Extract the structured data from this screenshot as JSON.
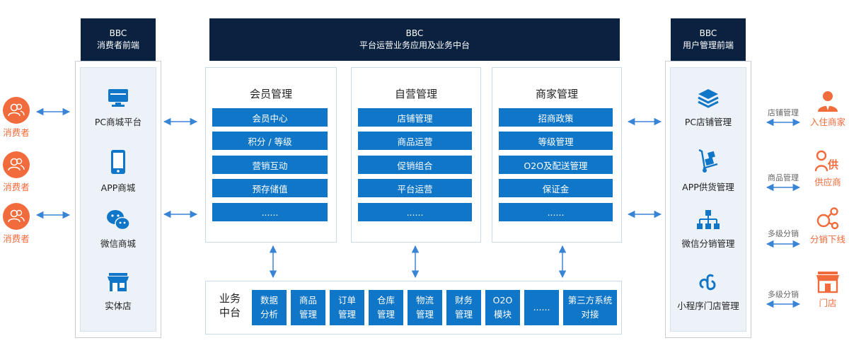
{
  "consumers": {
    "label": "消费者"
  },
  "left_front": {
    "header_line1": "BBC",
    "header_line2": "消费者前端",
    "items": [
      {
        "label": "PC商城平台",
        "icon": "monitor-icon"
      },
      {
        "label": "APP商城",
        "icon": "smartphone-icon"
      },
      {
        "label": "微信商城",
        "icon": "wechat-icon"
      },
      {
        "label": "实体店",
        "icon": "store-icon"
      }
    ]
  },
  "center": {
    "header_line1": "BBC",
    "header_line2": "平台运营业务应用及业务中台",
    "cards": [
      {
        "title": "会员管理",
        "items": [
          "会员中心",
          "积分 / 等级",
          "营销互动",
          "预存储值",
          "......"
        ]
      },
      {
        "title": "自营管理",
        "items": [
          "店铺管理",
          "商品运营",
          "促销组合",
          "平台运营",
          "......"
        ]
      },
      {
        "title": "商家管理",
        "items": [
          "招商政策",
          "等级管理",
          "O2O及配送管理",
          "保证金",
          "......"
        ]
      }
    ],
    "middle_label_line1": "业务",
    "middle_label_line2": "中台",
    "modules": [
      {
        "line1": "数据",
        "line2": "分析"
      },
      {
        "line1": "商品",
        "line2": "管理"
      },
      {
        "line1": "订单",
        "line2": "管理"
      },
      {
        "line1": "仓库",
        "line2": "管理"
      },
      {
        "line1": "物流",
        "line2": "管理"
      },
      {
        "line1": "财务",
        "line2": "管理"
      },
      {
        "line1": "O2O",
        "line2": "模块"
      },
      {
        "line1": "......",
        "line2": ""
      },
      {
        "line1": "第三方系统",
        "line2": "对接"
      }
    ]
  },
  "right_front": {
    "header_line1": "BBC",
    "header_line2": "用户管理前端",
    "items": [
      {
        "label": "PC店铺管理",
        "icon": "layers-icon"
      },
      {
        "label": "APP供货管理",
        "icon": "hand-truck-icon"
      },
      {
        "label": "微信分销管理",
        "icon": "org-chart-icon"
      },
      {
        "label": "小程序门店管理",
        "icon": "mini-program-icon"
      }
    ]
  },
  "right_side": [
    {
      "arrow_label": "店铺管理",
      "label": "入住商家",
      "icon": "merchant-icon"
    },
    {
      "arrow_label": "商品管理",
      "label": "供应商",
      "icon": "supplier-icon",
      "icon_text": "供"
    },
    {
      "arrow_label": "多级分销",
      "label": "分销下线",
      "icon": "share-icon"
    },
    {
      "arrow_label": "多级分销",
      "label": "门店",
      "icon": "shop-icon"
    }
  ],
  "colors": {
    "header": "#0b2140",
    "module_blue": "#0f76c8",
    "accent_orange": "#f26b3c",
    "arrow_blue": "#3a84d6",
    "panel_bg": "#edf2f8"
  }
}
